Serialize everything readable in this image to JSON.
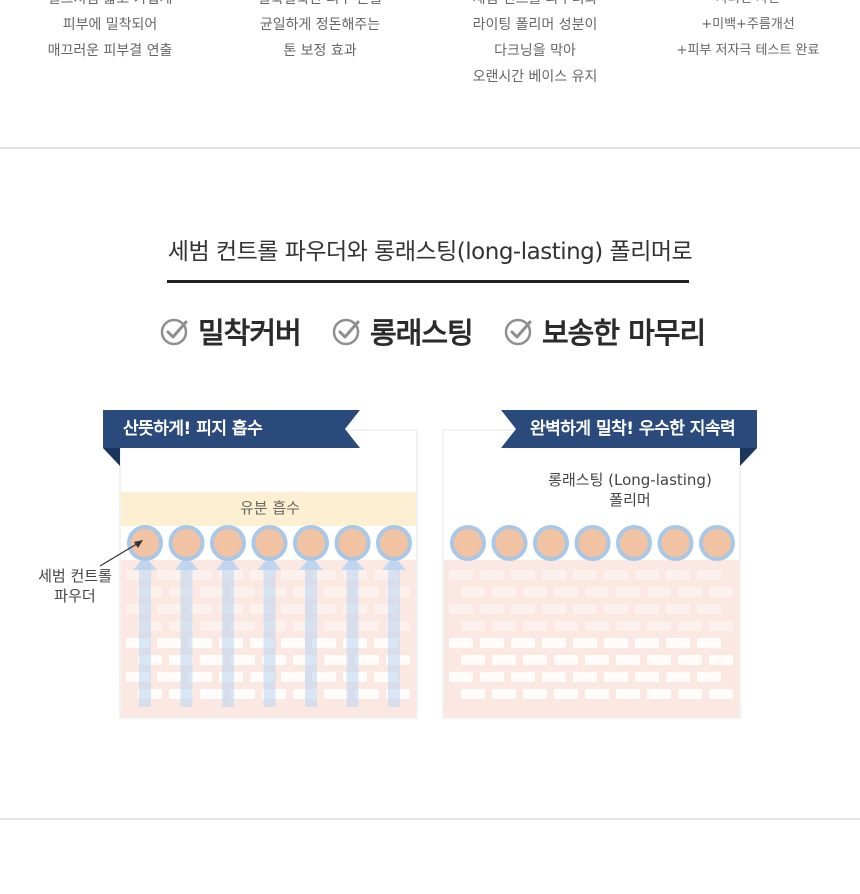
{
  "features": [
    {
      "lines": [
        "실크처럼 얇고 가볍게",
        "피부에 밀착되어",
        "매끄러운 피부결 연출"
      ]
    },
    {
      "lines": [
        "얼룩덜룩한 피부 톤을",
        "균일하게 정돈해주는",
        "톤 보정 효과"
      ]
    },
    {
      "lines": [
        "세범 컨트롤 파우더와",
        "라이팅 폴리머 성분이",
        "다크닝을 막아",
        "오랜시간 베이스 유지"
      ]
    },
    {
      "lines": [
        "자외선 차단",
        "+미백+주름개선",
        "+피부 저자극 테스트 완료"
      ]
    }
  ],
  "headline": "세범 컨트롤 파우더와 롱래스팅(long-lasting) 폴리머로",
  "benefits": [
    "밀착커버",
    "롱래스팅",
    "보송한 마무리"
  ],
  "panels": {
    "left": {
      "banner": "산뜻하게! 피지 흡수",
      "oil_label": "유분 흡수",
      "side_label": [
        "세범 컨트롤",
        "파우더"
      ]
    },
    "right": {
      "banner": "완벽하게 밀착! 우수한 지속력",
      "polymer_label": [
        "롱래스팅 (Long-lasting)",
        "폴리머"
      ]
    }
  },
  "colors": {
    "banner": "#2b4a7c",
    "skin": "#fbe8e2",
    "skin_cell": "#fdf3f0",
    "oil": "#fdf0d2",
    "powder_fill": "#f2c3a3",
    "powder_ring": "#a9c7e6",
    "arrow": "#b9d3f0",
    "check": "#8e8e8e"
  },
  "icons": {
    "benefit_check": "check-circle-icon"
  }
}
